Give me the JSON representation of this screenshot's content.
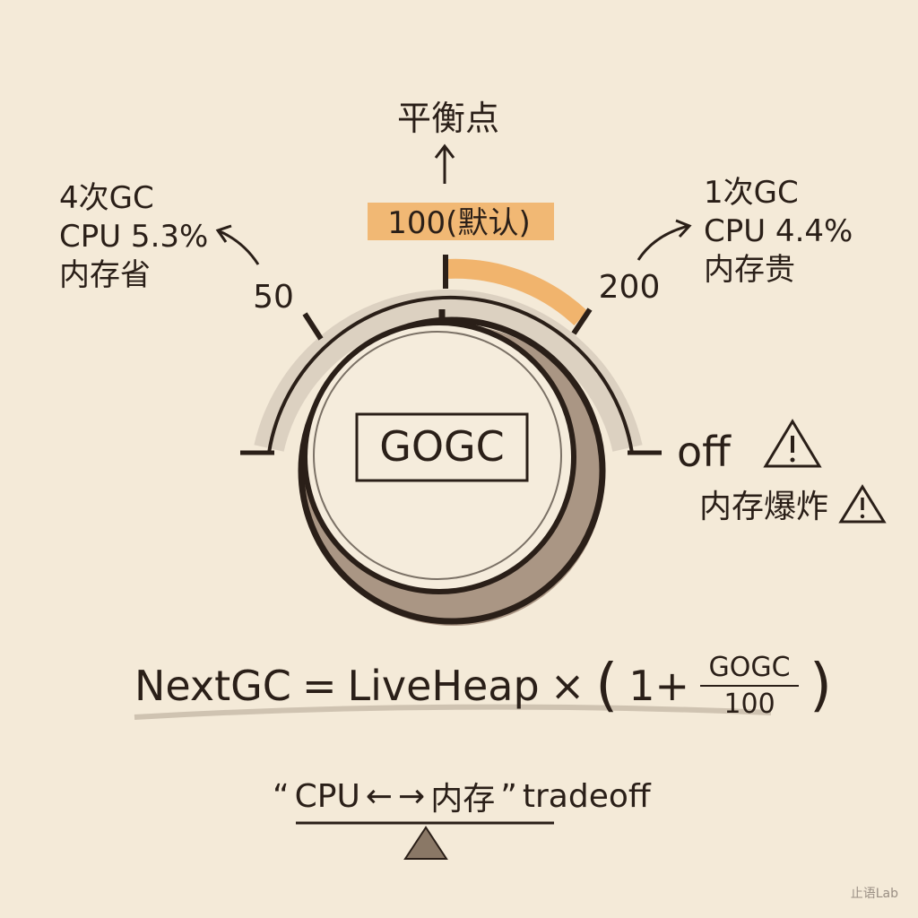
{
  "dial": {
    "center_label": "GOGC",
    "top_tick_label": "100(默认)",
    "left_tick_label": "50",
    "right_tick_label": "200",
    "off_label": "off",
    "balance_label": "平衡点"
  },
  "annotations": {
    "left": [
      "4次GC",
      "CPU 5.3%",
      "内存省"
    ],
    "right": [
      "1次GC",
      "CPU 4.4%",
      "内存贵"
    ],
    "off_warning": "内存爆炸"
  },
  "equation": {
    "lhs": "NextGC",
    "equals": "=",
    "term": "LiveHeap",
    "times": "×",
    "one_plus": "1+",
    "numerator": "GOGC",
    "denominator": "100"
  },
  "tradeoff": {
    "open_quote": "“",
    "cpu": "CPU",
    "left_arrow": "←",
    "right_arrow": "→",
    "memory": "内存",
    "close_quote": "”",
    "word": "tradeoff"
  },
  "watermark": "止语Lab",
  "colors": {
    "paper": "#f4ead8",
    "ink": "#2a1f18",
    "highlight": "#f0a24a",
    "hatch": "#8a7d72"
  }
}
